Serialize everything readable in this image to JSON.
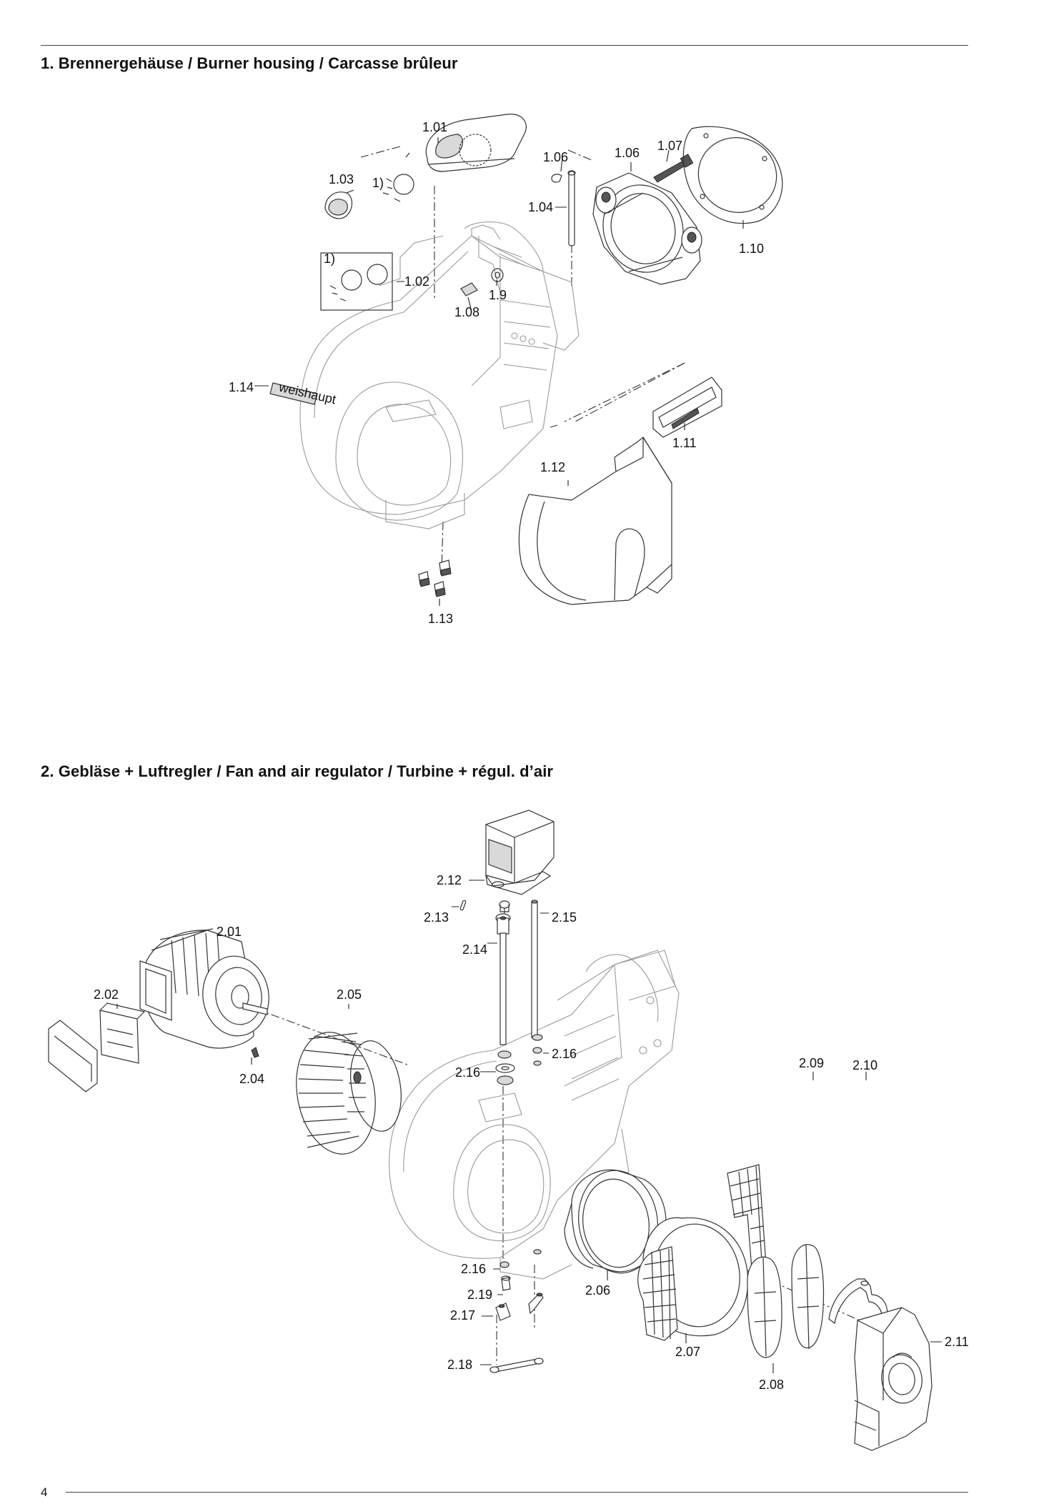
{
  "page": {
    "number": "4"
  },
  "sections": [
    {
      "title": "1. Brennergehäuse / Burner housing / Carcasse brûleur"
    },
    {
      "title": "2. Gebläse + Luftregler / Fan and air regulator / Turbine + régul. d’air"
    }
  ],
  "diagram1": {
    "footnote_marker": "1)",
    "brand_plate_text": "weishaupt",
    "labels": [
      "1.01",
      "1.03",
      "1.06",
      "1.06",
      "1.07",
      "1.04",
      "1.10",
      "1.02",
      "1.9",
      "1.08",
      "1.14",
      "1.11",
      "1.12",
      "1.13"
    ]
  },
  "diagram2": {
    "labels": [
      "2.12",
      "2.13",
      "2.15",
      "2.01",
      "2.14",
      "2.02",
      "2.05",
      "2.16",
      "2.16",
      "2.04",
      "2.09",
      "2.10",
      "2.16",
      "2.06",
      "2.19",
      "2.17",
      "2.11",
      "2.07",
      "2.18",
      "2.08"
    ]
  }
}
